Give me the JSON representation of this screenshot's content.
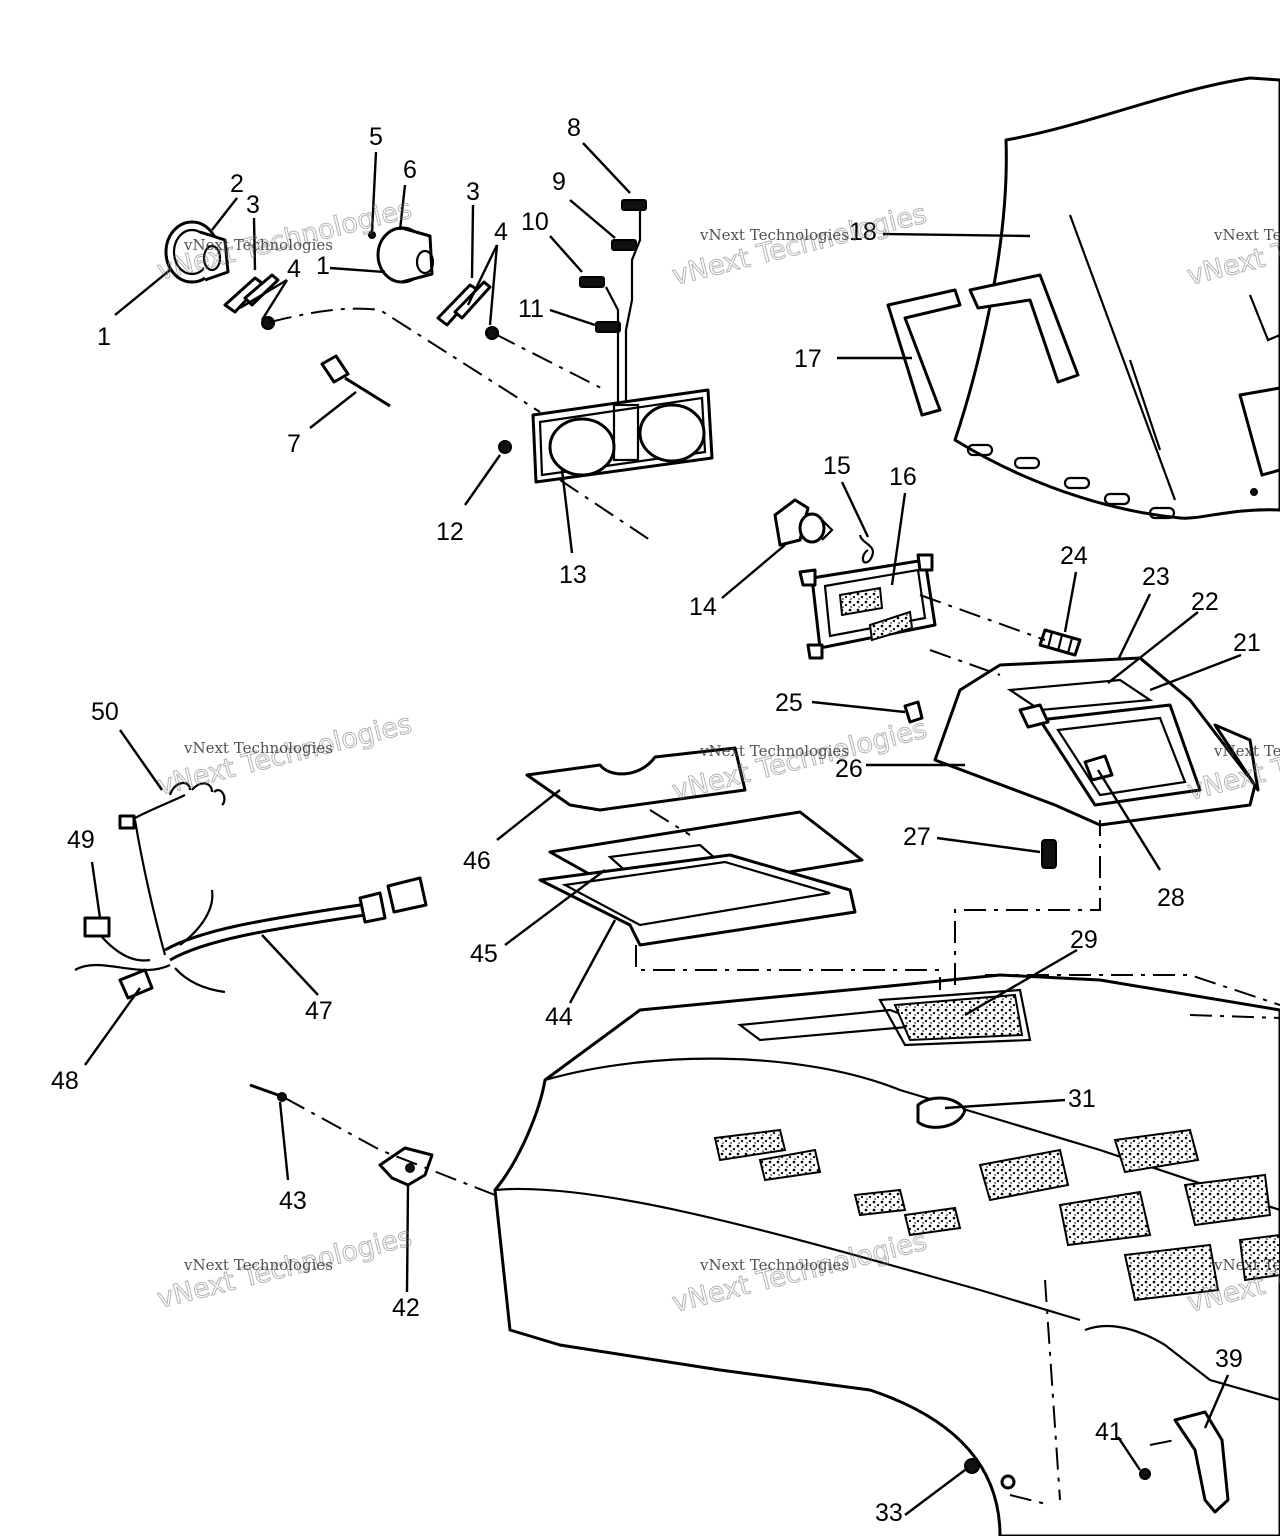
{
  "diagram": {
    "callouts": [
      {
        "id": "c1",
        "text": "1"
      },
      {
        "id": "c2",
        "text": "2"
      },
      {
        "id": "c3a",
        "text": "3"
      },
      {
        "id": "c4a",
        "text": "4"
      },
      {
        "id": "c5",
        "text": "5"
      },
      {
        "id": "c6",
        "text": "6"
      },
      {
        "id": "c1b",
        "text": "1"
      },
      {
        "id": "c3b",
        "text": "3"
      },
      {
        "id": "c4b",
        "text": "4"
      },
      {
        "id": "c7",
        "text": "7"
      },
      {
        "id": "c8",
        "text": "8"
      },
      {
        "id": "c9",
        "text": "9"
      },
      {
        "id": "c10",
        "text": "10"
      },
      {
        "id": "c11",
        "text": "11"
      },
      {
        "id": "c12",
        "text": "12"
      },
      {
        "id": "c13",
        "text": "13"
      },
      {
        "id": "c14",
        "text": "14"
      },
      {
        "id": "c15",
        "text": "15"
      },
      {
        "id": "c16",
        "text": "16"
      },
      {
        "id": "c17",
        "text": "17"
      },
      {
        "id": "c18",
        "text": "18"
      },
      {
        "id": "c21",
        "text": "21"
      },
      {
        "id": "c22",
        "text": "22"
      },
      {
        "id": "c23",
        "text": "23"
      },
      {
        "id": "c24",
        "text": "24"
      },
      {
        "id": "c25",
        "text": "25"
      },
      {
        "id": "c26",
        "text": "26"
      },
      {
        "id": "c27",
        "text": "27"
      },
      {
        "id": "c28",
        "text": "28"
      },
      {
        "id": "c29",
        "text": "29"
      },
      {
        "id": "c31",
        "text": "31"
      },
      {
        "id": "c33",
        "text": "33"
      },
      {
        "id": "c39",
        "text": "39"
      },
      {
        "id": "c41",
        "text": "41"
      },
      {
        "id": "c42",
        "text": "42"
      },
      {
        "id": "c43",
        "text": "43"
      },
      {
        "id": "c44",
        "text": "44"
      },
      {
        "id": "c45",
        "text": "45"
      },
      {
        "id": "c46",
        "text": "46"
      },
      {
        "id": "c47",
        "text": "47"
      },
      {
        "id": "c48",
        "text": "48"
      },
      {
        "id": "c49",
        "text": "49"
      },
      {
        "id": "c50",
        "text": "50"
      }
    ],
    "watermark": {
      "small": "vNext Technologies",
      "big": "vNext Technologies"
    }
  }
}
